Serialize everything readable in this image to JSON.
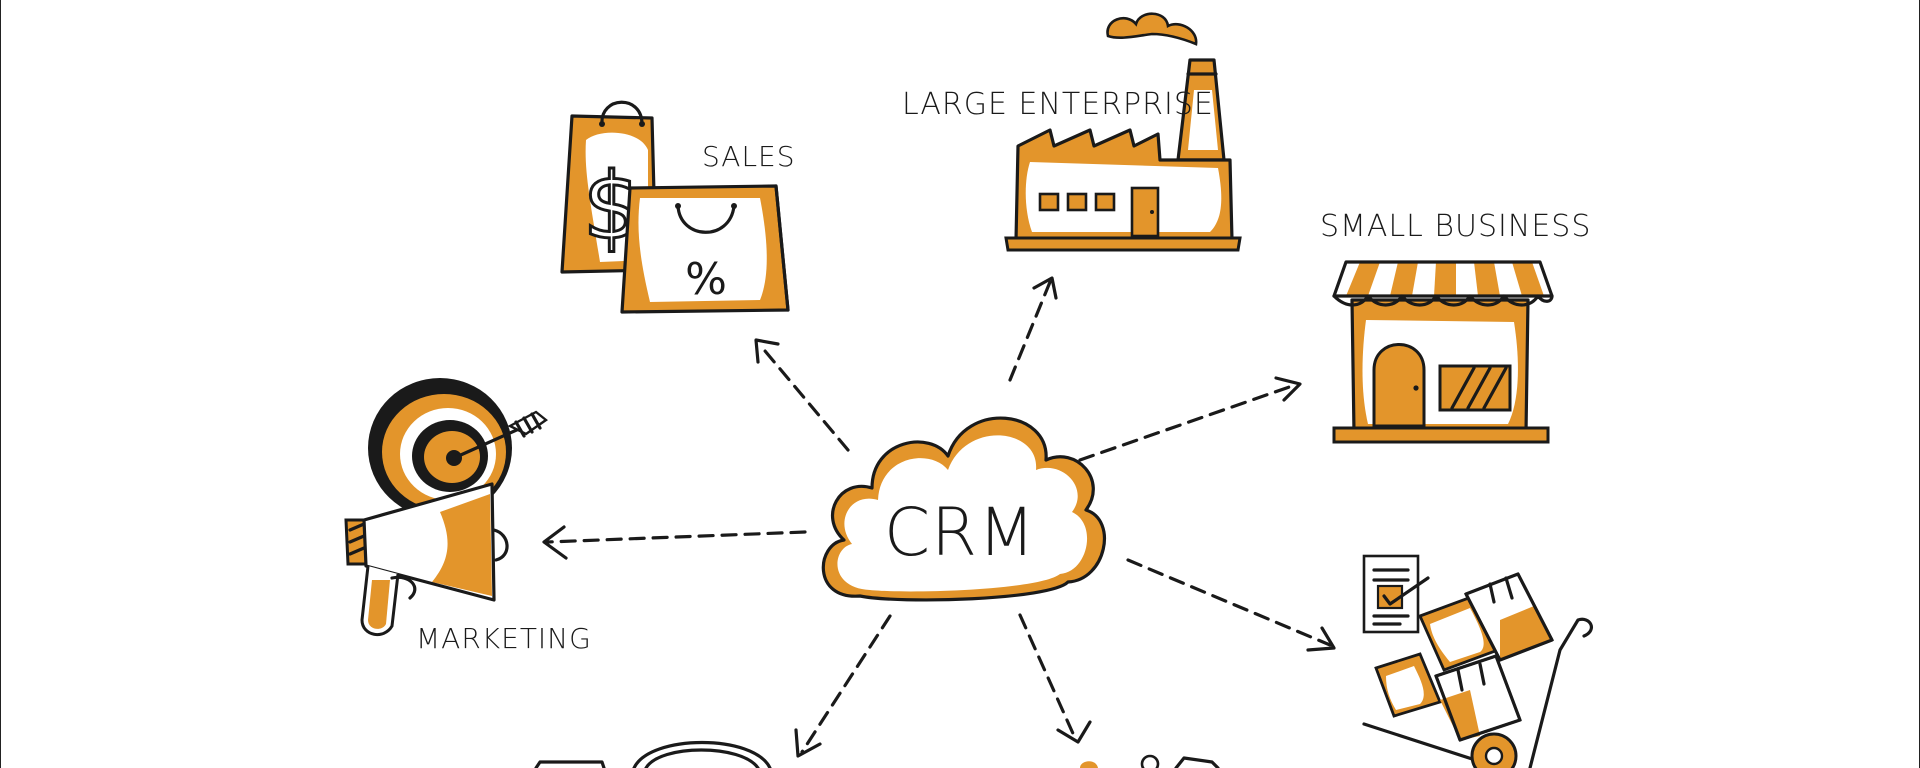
{
  "colors": {
    "accent": "#e3952b",
    "ink": "#1a1a1a",
    "background": "#ffffff"
  },
  "center": {
    "label": "CRM"
  },
  "nodes": {
    "sales": {
      "label": "SALES",
      "icon": "shopping-bags-icon"
    },
    "large_enterprise": {
      "label": "LARGE ENTERPRISE",
      "icon": "factory-icon"
    },
    "small_business": {
      "label": "SMALL BUSINESS",
      "icon": "storefront-icon"
    },
    "marketing": {
      "label": "MARKETING",
      "icon": "megaphone-target-icon"
    },
    "logistics": {
      "icon": "hand-truck-boxes-icon"
    },
    "bottom_left": {
      "icon": "headset-icon"
    },
    "bottom_right": {
      "icon": "people-icon"
    }
  }
}
